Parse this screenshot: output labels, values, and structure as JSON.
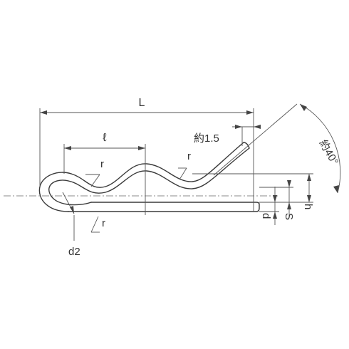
{
  "labels": {
    "L": "L",
    "l": "ℓ",
    "r_top": "r",
    "r_mid": "r",
    "r_bottom": "r",
    "approx_1_5": "約1.5",
    "approx_40": "約40°",
    "d2": "d2",
    "d": "d",
    "S": "S",
    "h": "h"
  }
}
